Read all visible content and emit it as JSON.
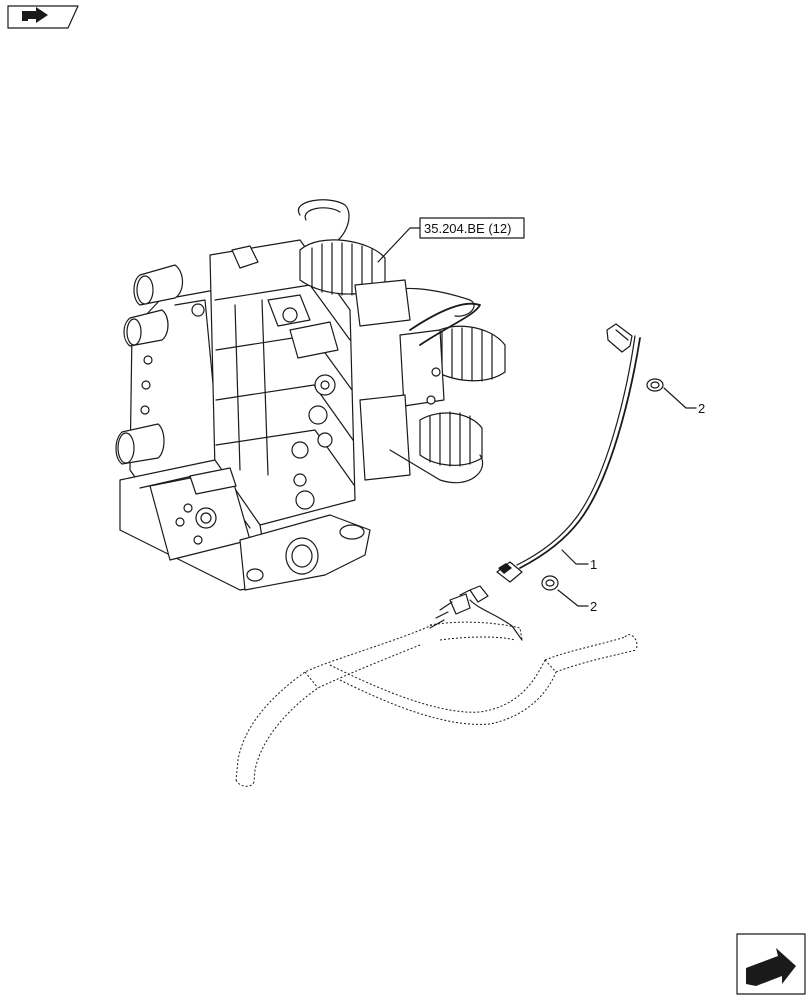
{
  "reference_label": "35.204.BE (12)",
  "callouts": [
    {
      "id": "1",
      "label": "1"
    },
    {
      "id": "2a",
      "label": "2"
    },
    {
      "id": "2b",
      "label": "2"
    }
  ],
  "icons": {
    "top_left": "previous-section-arrow-icon",
    "bottom_right": "next-section-arrow-icon"
  },
  "colors": {
    "line": "#1a1a1a",
    "background": "#ffffff"
  }
}
